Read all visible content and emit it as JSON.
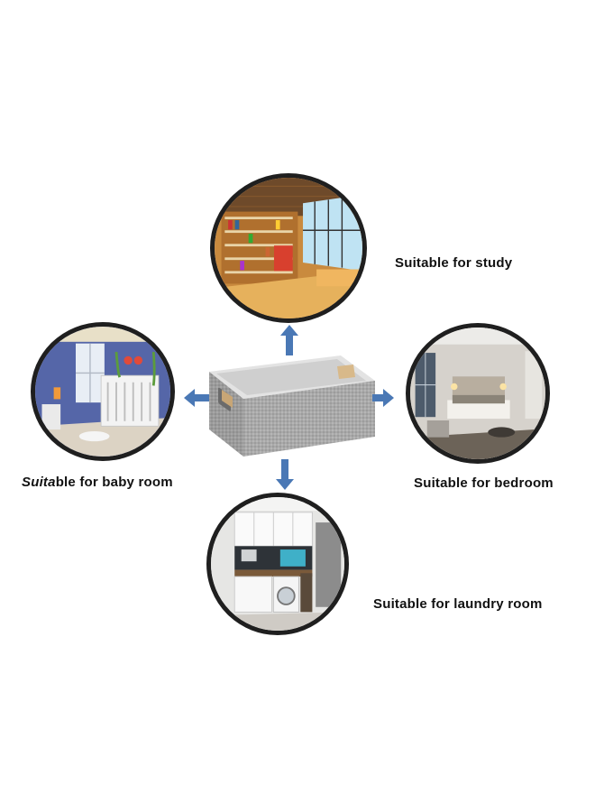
{
  "captions": {
    "study": "Suitable for study",
    "baby_room_italic": "Suita",
    "baby_room_rest": "ble for baby room",
    "bedroom": "Suitable for bedroom",
    "laundry": "Suitable for laundry room"
  },
  "colors": {
    "arrow": "#4a78b5",
    "ring": "#1f1f1f",
    "box": "#a9a9a9"
  }
}
